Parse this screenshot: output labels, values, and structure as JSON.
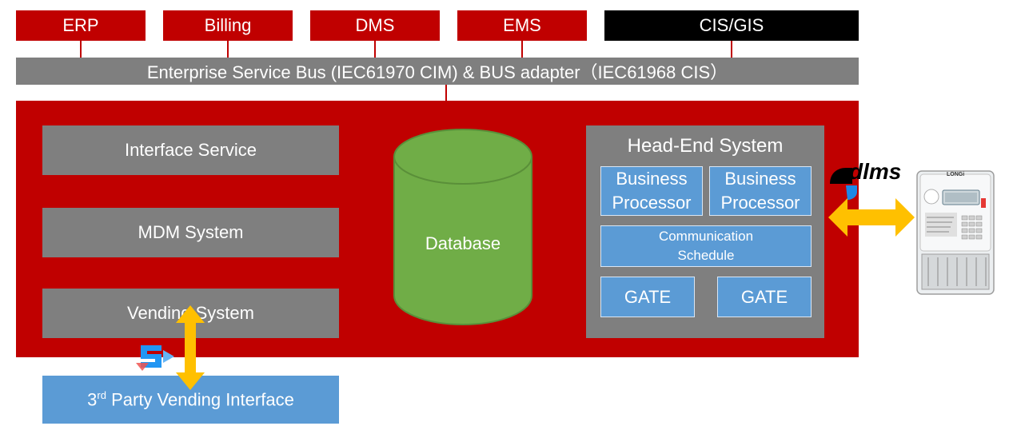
{
  "top_systems": [
    "ERP",
    "Billing",
    "DMS",
    "EMS",
    "CIS/GIS"
  ],
  "esb_label": "Enterprise Service Bus (IEC61970 CIM) & BUS adapter（IEC61968 CIS）",
  "left_modules": [
    "Interface Service",
    "MDM System",
    "Vending System"
  ],
  "database_label": "Database",
  "head_end": {
    "title": "Head-End System",
    "processor_line1": "Business",
    "processor_line2": "Processor",
    "comm_line1": "Communication",
    "comm_line2": "Schedule",
    "gate": "GATE"
  },
  "protocol_logo": "dlms",
  "vending_interface": {
    "prefix": "3",
    "sup": "rd",
    "suffix": " Party Vending Interface"
  },
  "meter_brand": "LONGi",
  "colors": {
    "red": "#c00000",
    "gray": "#7f7f7f",
    "blue": "#5b9bd5",
    "green": "#70ad47",
    "arrow": "#ffc000"
  }
}
